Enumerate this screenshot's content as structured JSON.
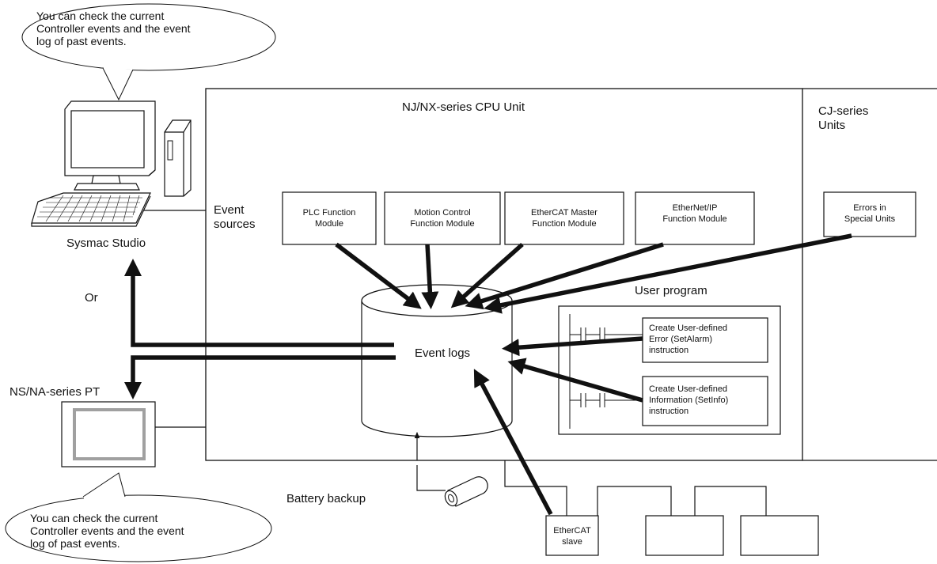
{
  "callout_top": {
    "line1": "You can check the current",
    "line2": "Controller events and the event",
    "line3": "log of past events."
  },
  "callout_bottom": {
    "line1": "You can check the current",
    "line2": "Controller events and the event",
    "line3": "log of past events."
  },
  "cpu_unit_title": "NJ/NX-series CPU Unit",
  "cj_units_title": {
    "line1": "CJ-series",
    "line2": "Units"
  },
  "event_sources": {
    "line1": "Event",
    "line2": "sources"
  },
  "sysmac_studio": "Sysmac Studio",
  "or_label": "Or",
  "pt_label": "NS/NA-series PT",
  "modules": [
    {
      "line1": "PLC Function",
      "line2": "Module"
    },
    {
      "line1": "Motion Control",
      "line2": "Function Module"
    },
    {
      "line1": "EtherCAT Master",
      "line2": "Function Module"
    },
    {
      "line1": "EtherNet/IP",
      "line2": "Function Module"
    }
  ],
  "special_units": {
    "line1": "Errors in",
    "line2": "Special Units"
  },
  "user_program_title": "User program",
  "event_logs": "Event logs",
  "setalarm": {
    "line1": "Create User-defined",
    "line2": "Error (SetAlarm)",
    "line3": "instruction"
  },
  "setinfo": {
    "line1": "Create User-defined",
    "line2": "Information (SetInfo)",
    "line3": "instruction"
  },
  "battery_backup": "Battery backup",
  "ethercat_slave": {
    "line1": "EtherCAT",
    "line2": "slave"
  }
}
